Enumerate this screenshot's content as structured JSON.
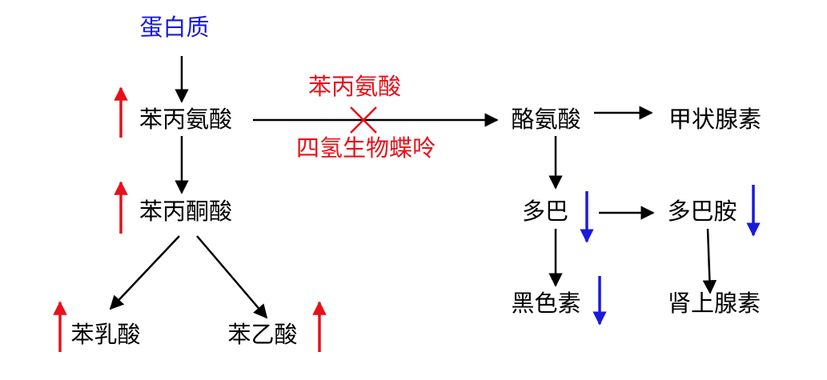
{
  "nodes": {
    "protein": "蛋白质",
    "phenylalanine": "苯丙氨酸",
    "phenylpyruvic_acid": "苯丙酮酸",
    "phenyllactic_acid": "苯乳酸",
    "phenylacetic_acid": "苯乙酸",
    "tyrosine": "酪氨酸",
    "thyroxine": "甲状腺素",
    "dopa": "多巴",
    "dopamine": "多巴胺",
    "melanin": "黑色素",
    "adrenaline": "肾上腺素"
  },
  "blocked_step": {
    "enzyme": "苯丙氨酸",
    "cofactor": "四氢生物蝶呤"
  },
  "colors": {
    "text": "#000000",
    "source_node": "#1a1adb",
    "increase_arrow": "#e8101a",
    "decrease_arrow": "#1a1adb",
    "block_mark": "#e8101a",
    "connector": "#000000"
  },
  "indicators": {
    "phenylalanine": "increase",
    "phenylpyruvic_acid": "increase",
    "phenyllactic_acid": "increase",
    "phenylacetic_acid": "increase",
    "dopa": "decrease",
    "dopamine": "decrease",
    "melanin": "decrease"
  }
}
